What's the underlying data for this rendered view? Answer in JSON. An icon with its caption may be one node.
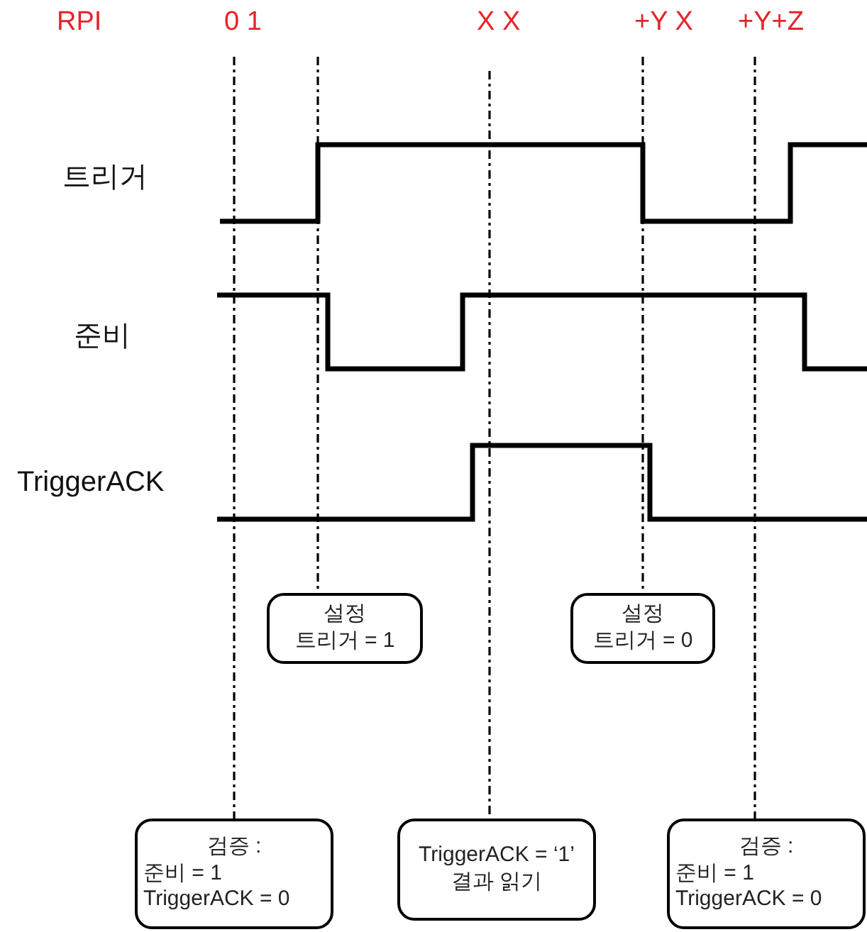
{
  "diagram": {
    "nodes": [
      {
        "text": [
          "설정",
          "트리거 = 1"
        ]
      },
      {
        "text": [
          "설정",
          "트리거 = 0"
        ]
      },
      {
        "text": [
          "검증 :",
          "준비 = 1",
          "TriggerACK = 0"
        ]
      },
      {
        "text": [
          "TriggerACK = ‘1’",
          "결과 읽기"
        ]
      },
      {
        "text": [
          "검증 :",
          "준비 = 1",
          "TriggerACK = 0"
        ]
      }
    ],
    "labels": [
      "RPI",
      "0 1",
      "X X",
      "+Y X",
      "+Y+Z",
      "트리거",
      "준비",
      "TriggerACK"
    ]
  }
}
